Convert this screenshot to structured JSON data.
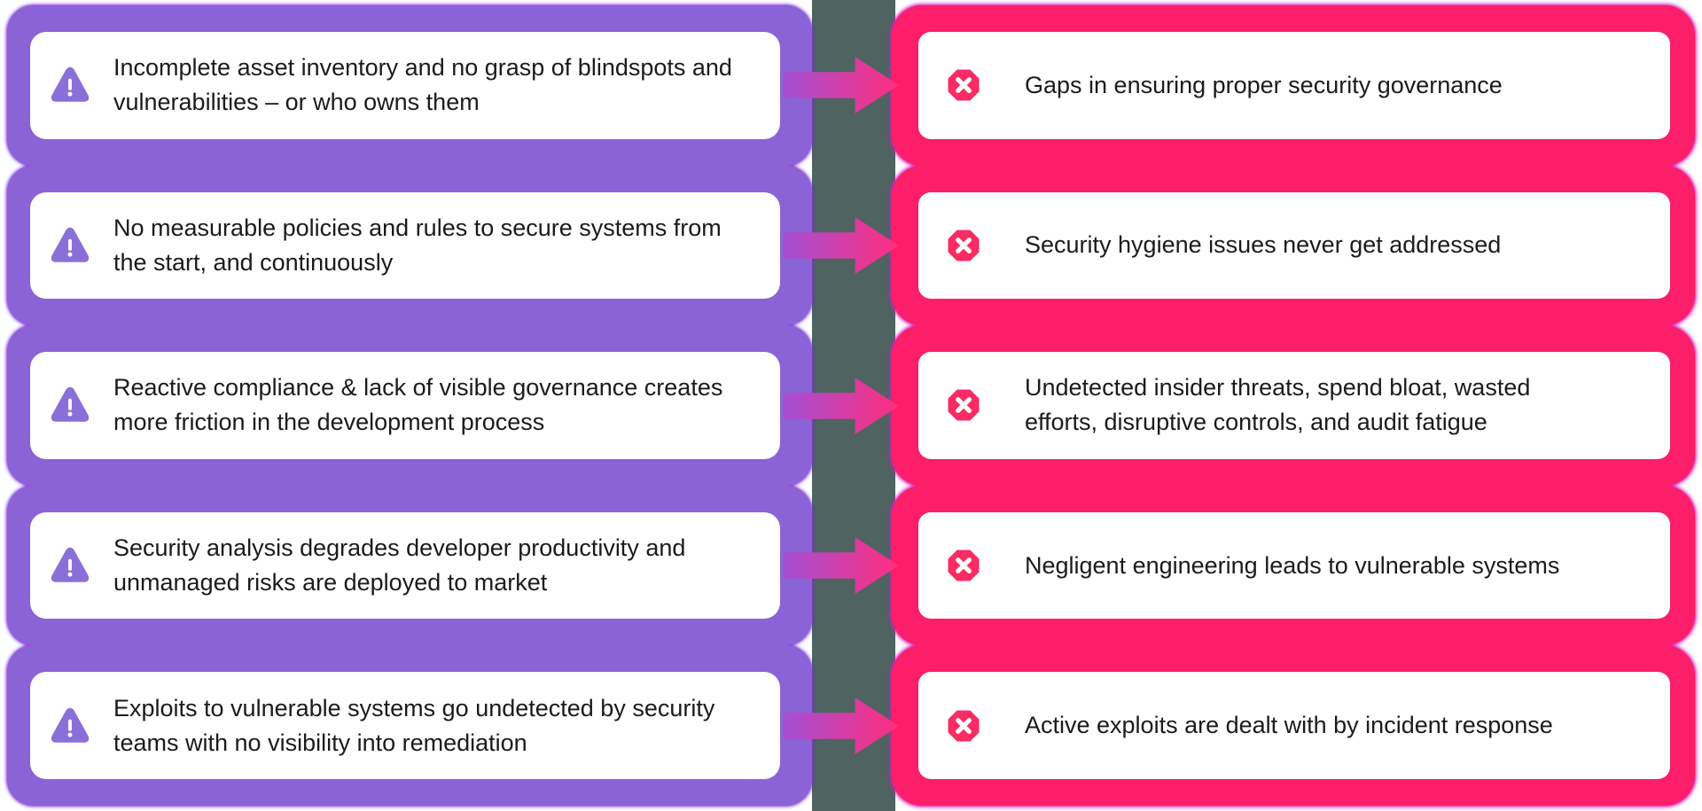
{
  "diagram": {
    "type": "problem-to-consequence mapping",
    "left_column_theme": "security problems (warning)",
    "right_column_theme": "resulting consequences (failure)"
  },
  "rows": [
    {
      "left": "Incomplete asset inventory and no grasp of blindspots and vulnerabilities – or who owns them",
      "right": "Gaps in ensuring proper security governance"
    },
    {
      "left": "No measurable policies and rules to secure systems from the start, and continuously",
      "right": "Security hygiene issues never get addressed"
    },
    {
      "left": "Reactive compliance & lack of visible governance creates more friction in the development process",
      "right": "Undetected insider threats, spend bloat, wasted efforts, disruptive controls, and audit fatigue"
    },
    {
      "left": "Security analysis degrades developer productivity and unmanaged risks are deployed to market",
      "right": "Negligent engineering leads to vulnerable systems"
    },
    {
      "left": "Exploits to vulnerable systems go undetected by security teams with no visibility into remediation",
      "right": "Active exploits are dealt with by incident response"
    }
  ],
  "icons": {
    "left": "warning-triangle-icon",
    "right": "x-octagon-icon",
    "connector": "arrow-right-icon"
  },
  "colors": {
    "purple": "#8a63d6",
    "purple_icon": "#8b6fd8",
    "pink": "#fc1e68",
    "pink_icon": "#f92c64",
    "teal": "#4f6361",
    "arrow_from": "#a44fd4",
    "arrow_to": "#ff2e7d",
    "text": "#1b1b1b"
  }
}
